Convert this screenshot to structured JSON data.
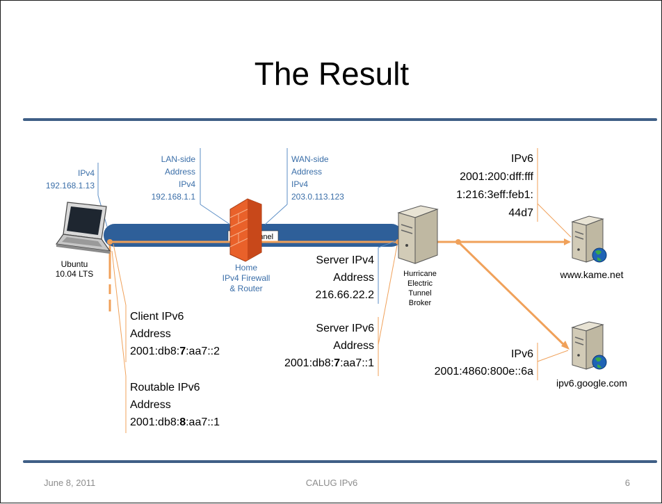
{
  "title": "The Result",
  "footer": {
    "date": "June 8, 2011",
    "center": "CALUG IPv6",
    "page": "6"
  },
  "colors": {
    "tunnel": "#2e5f99",
    "ipv6_link": "#f0a15a",
    "ipv4_callout": "#5b8ec6",
    "ipv6_callout": "#f0a15a",
    "rule": "#3f5f86",
    "firewall": "#e9612a"
  },
  "nodes": {
    "laptop": {
      "icon": "laptop-icon",
      "label_lines": [
        "Ubuntu",
        "10.04 LTS"
      ]
    },
    "firewall": {
      "icon": "brick-firewall-icon",
      "label_lines": [
        "Home",
        "IPv4 Firewall",
        "& Router"
      ]
    },
    "broker": {
      "icon": "server-icon",
      "label_lines": [
        "Hurricane",
        "Electric",
        "Tunnel",
        "Broker"
      ]
    },
    "kame": {
      "icon": "web-server-icon",
      "label": "www.kame.net"
    },
    "google": {
      "icon": "web-server-icon",
      "label": "ipv6.google.com"
    }
  },
  "tunnel_label": "IPv4 Tunnel",
  "callouts": {
    "laptop_ipv4": [
      "IPv4",
      "192.168.1.13"
    ],
    "lan_side": [
      "LAN-side",
      "Address",
      "IPv4",
      "192.168.1.1"
    ],
    "wan_side": [
      "WAN-side",
      "Address",
      "IPv4",
      "203.0.113.123"
    ],
    "server_ipv4": [
      "Server IPv4",
      "Address",
      "216.66.22.2"
    ],
    "server_ipv6_lines": [
      "Server IPv6",
      "Address"
    ],
    "server_ipv6_addr": {
      "before": "2001:db8:",
      "bold": "7",
      "after": ":aa7::1"
    },
    "client_ipv6_lines": [
      "Client IPv6",
      "Address"
    ],
    "client_ipv6_addr": {
      "before": "2001:db8:",
      "bold": "7",
      "after": ":aa7::2"
    },
    "routable_ipv6_lines": [
      "Routable IPv6",
      "Address"
    ],
    "routable_ipv6_addr": {
      "before": "2001:db8:",
      "bold": "8",
      "after": ":aa7::1"
    },
    "kame_ipv6": [
      "IPv6",
      "2001:200:dff:fff",
      "1:216:3eff:feb1:",
      "44d7"
    ],
    "google_ipv6": [
      "IPv6",
      "2001:4860:800e::6a"
    ]
  }
}
